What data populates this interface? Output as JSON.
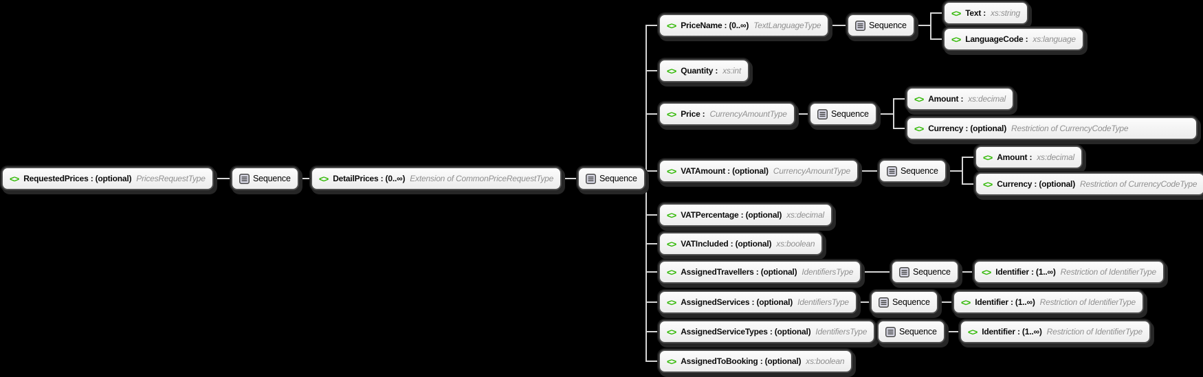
{
  "diagram": {
    "background_color": "#000000",
    "connector_color": "#d6d6d6",
    "element_icon_color": "#2eb800",
    "element_icon_glyph": "<>",
    "sequence_label": "Sequence",
    "nodes": {
      "requested_prices": {
        "label": "RequestedPrices : (optional)",
        "type": "PricesRequestType"
      },
      "detail_prices": {
        "label": "DetailPrices : (0..∞)",
        "type": "Extension of CommonPriceRequestType"
      },
      "price_name": {
        "label": "PriceName : (0..∞)",
        "type": "TextLanguageType"
      },
      "text": {
        "label": "Text :",
        "type": "xs:string"
      },
      "language_code": {
        "label": "LanguageCode :",
        "type": "xs:language"
      },
      "quantity": {
        "label": "Quantity :",
        "type": "xs:int"
      },
      "price": {
        "label": "Price :",
        "type": "CurrencyAmountType"
      },
      "price_amount": {
        "label": "Amount :",
        "type": "xs:decimal"
      },
      "price_currency": {
        "label": "Currency : (optional)",
        "type": "Restriction of CurrencyCodeType"
      },
      "vat_amount": {
        "label": "VATAmount : (optional)",
        "type": "CurrencyAmountType"
      },
      "vat_amount_amount": {
        "label": "Amount :",
        "type": "xs:decimal"
      },
      "vat_amount_currency": {
        "label": "Currency : (optional)",
        "type": "Restriction of CurrencyCodeType"
      },
      "vat_percentage": {
        "label": "VATPercentage : (optional)",
        "type": "xs:decimal"
      },
      "vat_included": {
        "label": "VATIncluded : (optional)",
        "type": "xs:boolean"
      },
      "assigned_travellers": {
        "label": "AssignedTravellers : (optional)",
        "type": "IdentifiersType"
      },
      "travellers_identifier": {
        "label": "Identifier : (1..∞)",
        "type": "Restriction of IdentifierType"
      },
      "assigned_services": {
        "label": "AssignedServices : (optional)",
        "type": "IdentifiersType"
      },
      "services_identifier": {
        "label": "Identifier : (1..∞)",
        "type": "Restriction of IdentifierType"
      },
      "assigned_service_types": {
        "label": "AssignedServiceTypes : (optional)",
        "type": "IdentifiersType"
      },
      "service_types_identifier": {
        "label": "Identifier : (1..∞)",
        "type": "Restriction of IdentifierType"
      },
      "assigned_to_booking": {
        "label": "AssignedToBooking : (optional)",
        "type": "xs:boolean"
      }
    },
    "edges": [
      {
        "from": "requested_prices",
        "to": "seq_a"
      },
      {
        "from": "seq_a",
        "to": "detail_prices"
      },
      {
        "from": "detail_prices",
        "to": "seq_b"
      },
      {
        "from": "seq_b",
        "to": "price_name"
      },
      {
        "from": "seq_b",
        "to": "quantity"
      },
      {
        "from": "seq_b",
        "to": "price"
      },
      {
        "from": "seq_b",
        "to": "vat_amount"
      },
      {
        "from": "seq_b",
        "to": "vat_percentage"
      },
      {
        "from": "seq_b",
        "to": "vat_included"
      },
      {
        "from": "seq_b",
        "to": "assigned_travellers"
      },
      {
        "from": "seq_b",
        "to": "assigned_services"
      },
      {
        "from": "seq_b",
        "to": "assigned_service_types"
      },
      {
        "from": "seq_b",
        "to": "assigned_to_booking"
      },
      {
        "from": "price_name",
        "to": "seq_c"
      },
      {
        "from": "seq_c",
        "to": "text"
      },
      {
        "from": "seq_c",
        "to": "language_code"
      },
      {
        "from": "price",
        "to": "seq_d"
      },
      {
        "from": "seq_d",
        "to": "price_amount"
      },
      {
        "from": "seq_d",
        "to": "price_currency"
      },
      {
        "from": "vat_amount",
        "to": "seq_e"
      },
      {
        "from": "seq_e",
        "to": "vat_amount_amount"
      },
      {
        "from": "seq_e",
        "to": "vat_amount_currency"
      },
      {
        "from": "assigned_travellers",
        "to": "seq_f"
      },
      {
        "from": "seq_f",
        "to": "travellers_identifier"
      },
      {
        "from": "assigned_services",
        "to": "seq_g"
      },
      {
        "from": "seq_g",
        "to": "services_identifier"
      },
      {
        "from": "assigned_service_types",
        "to": "seq_h"
      },
      {
        "from": "seq_h",
        "to": "service_types_identifier"
      }
    ]
  }
}
